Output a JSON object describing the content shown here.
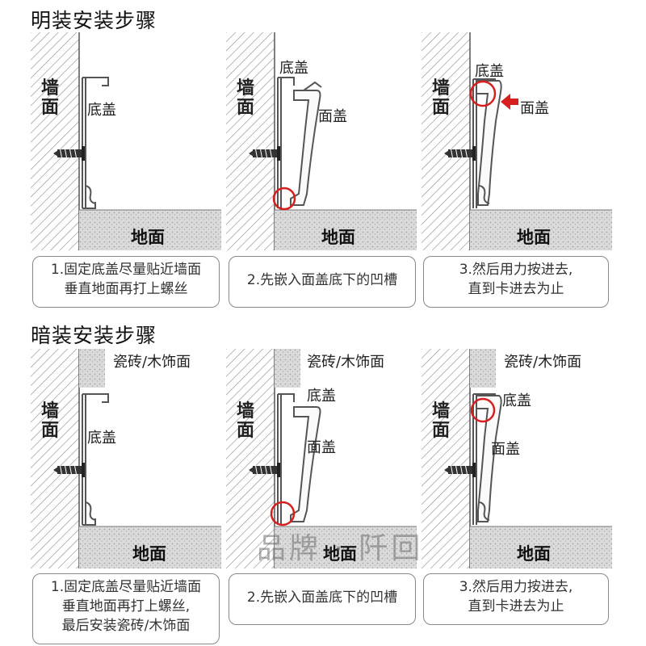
{
  "sections": [
    {
      "title": "明装安装步骤",
      "steps": [
        {
          "labels": {
            "wall": "墙面",
            "base": "底盖",
            "floor": "地面"
          },
          "caption": [
            "1.固定底盖尽量贴近墙面",
            "垂直地面再打上螺丝"
          ]
        },
        {
          "labels": {
            "wall": "墙面",
            "base": "底盖",
            "cover": "面盖",
            "floor": "地面"
          },
          "caption": [
            "2.先嵌入面盖底下的凹槽"
          ]
        },
        {
          "labels": {
            "wall": "墙面",
            "base": "底盖",
            "cover": "面盖",
            "floor": "地面"
          },
          "caption": [
            "3.然后用力按进去,",
            "直到卡进去为止"
          ]
        }
      ]
    },
    {
      "title": "暗装安装步骤",
      "steps": [
        {
          "labels": {
            "wall": "墙面",
            "tile": "瓷砖/木饰面",
            "base": "底盖",
            "floor": "地面"
          },
          "caption": [
            "1.固定底盖尽量贴近墙面",
            "垂直地面再打上螺丝,",
            "最后安装瓷砖/木饰面"
          ]
        },
        {
          "labels": {
            "wall": "墙面",
            "tile": "瓷砖/木饰面",
            "base": "底盖",
            "cover": "面盖",
            "floor": "地面"
          },
          "caption": [
            "2.先嵌入面盖底下的凹槽"
          ]
        },
        {
          "labels": {
            "wall": "墙面",
            "tile": "瓷砖/木饰面",
            "base": "底盖",
            "cover": "面盖",
            "floor": "地面"
          },
          "caption": [
            "3.然后用力按进去,",
            "直到卡进去为止"
          ]
        }
      ]
    }
  ],
  "watermark": "品牌 · 阡回",
  "colors": {
    "highlight": "#d62020",
    "hatch": "#8a8a8a",
    "floor": "#dadada",
    "profile": "#555555"
  }
}
